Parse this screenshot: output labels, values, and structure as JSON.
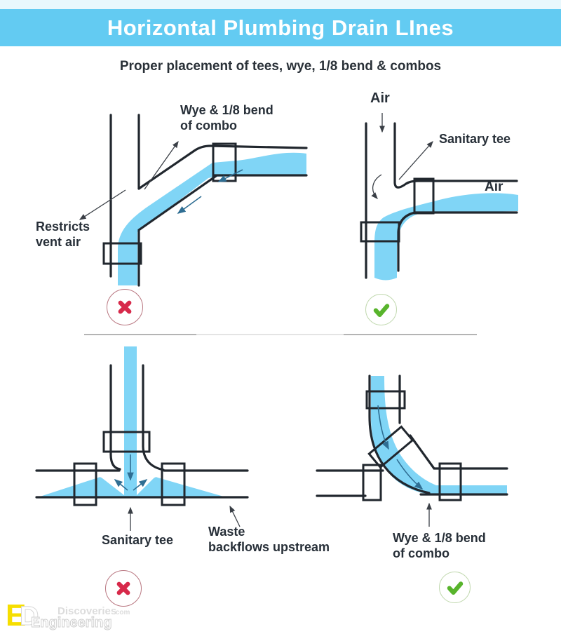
{
  "header": {
    "strip_color": "#e9f8fd",
    "band_color": "#63cbf2",
    "title": "Horizontal Plumbing Drain LInes",
    "subtitle": "Proper placement of tees, wye, 1/8 bend & combos"
  },
  "colors": {
    "water": "#80d5f6",
    "pipe": "#21272e",
    "flow_arrow": "#2f6e93",
    "label_arrow": "#3a3f46",
    "wrong": "#d7294a",
    "correct": "#58b42c",
    "divider": "#9b9b9b"
  },
  "panels": {
    "top_left": {
      "verdict": "wrong",
      "bend_label_line1": "Wye & 1/8 bend",
      "bend_label_line2": "of combo",
      "restricts_label_line1": "Restricts",
      "restricts_label_line2": "vent air"
    },
    "top_right": {
      "verdict": "correct",
      "air_top_label": "Air",
      "tee_label": "Sanitary tee",
      "air_right_label": "Air"
    },
    "bottom_left": {
      "verdict": "wrong",
      "tee_label": "Sanitary tee",
      "waste_label_line1": "Waste",
      "waste_label_line2": "backflows upstream"
    },
    "bottom_right": {
      "verdict": "correct",
      "bend_label_line1": "Wye & 1/8 bend",
      "bend_label_line2": "of combo"
    }
  },
  "icons": {
    "wrong_icon": "x-in-circle",
    "correct_icon": "check-in-circle"
  },
  "watermark": {
    "logo_letter_e": "E",
    "logo_letter_d": "D",
    "brand_line1": "Discoveries",
    "brand_line1_suffix": ".com",
    "brand_line2": "Engineering"
  }
}
